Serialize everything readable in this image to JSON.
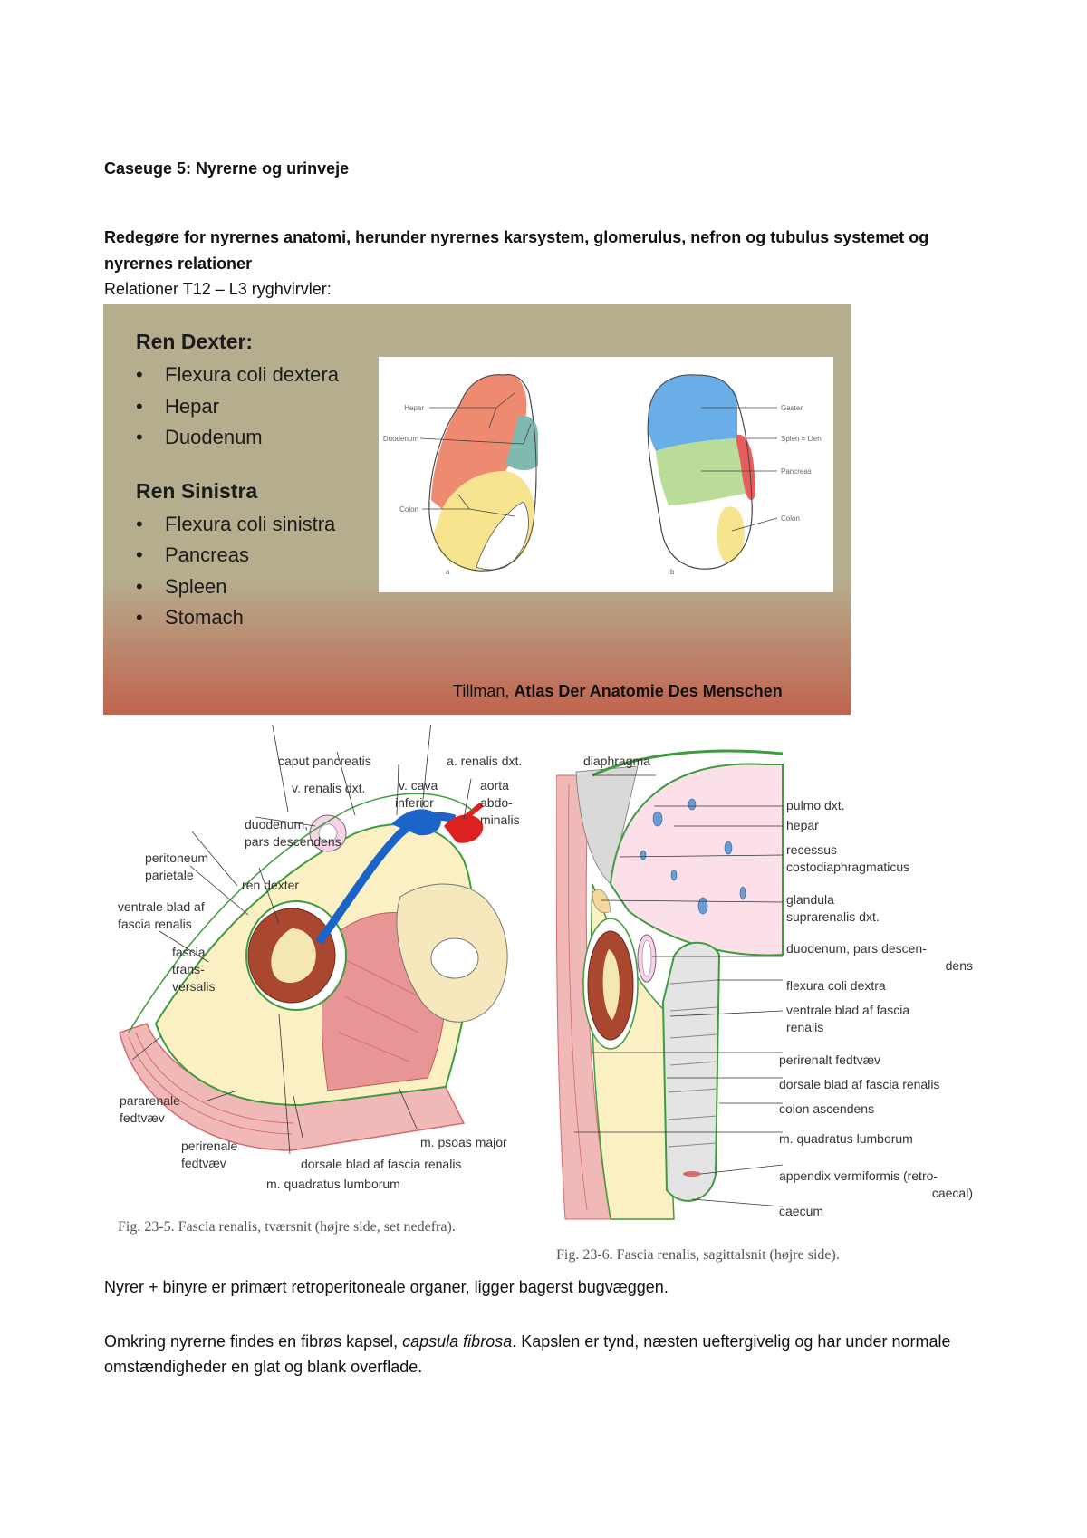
{
  "doc": {
    "title": "Caseuge 5: Nyrerne og urinveje",
    "heading": "Redegøre for nyrernes anatomi, herunder nyrernes karsystem, glomerulus, nefron og tubulus systemet og nyrernes relationer",
    "relations_line": "Relationer T12 – L3 ryghvirvler:"
  },
  "slide": {
    "ren_dexter": {
      "title": "Ren Dexter:",
      "items": [
        "Flexura coli dextera",
        "Hepar",
        "Duodenum"
      ]
    },
    "ren_sinistra": {
      "title": "Ren Sinistra",
      "items": [
        "Flexura coli sinistra",
        "Pancreas",
        "Spleen",
        "Stomach"
      ]
    },
    "bullet": "•",
    "credit_author": "Tillman, ",
    "credit_title": "Atlas Der Anatomie Des Menschen",
    "fig_a": {
      "panel": "a",
      "labels": {
        "hepar": "Hepar",
        "duodenum": "Duodenum",
        "colon": "Colon"
      }
    },
    "fig_b": {
      "panel": "b",
      "labels": {
        "gaster": "Gaster",
        "splen": "Splen = Lien",
        "pancreas": "Pancreas",
        "colon": "Colon"
      }
    },
    "colors": {
      "bg": "#b5ae8e",
      "hepar": "#ee8a6f",
      "duodenum": "#7fb9b0",
      "colon": "#f7e48f",
      "gaster": "#6aaee8",
      "pancreas": "#b9dc99",
      "splen": "#e65d5d"
    }
  },
  "fig5": {
    "labels": {
      "caput_pancreatis": "caput pancreatis",
      "a_renalis": "a. renalis dxt.",
      "v_renalis": "v. renalis dxt.",
      "v_cava_1": "v. cava",
      "v_cava_2": "inferior",
      "aorta_1": "aorta",
      "aorta_2": "abdo-",
      "aorta_3": "minalis",
      "duodenum_1": "duodenum,",
      "duodenum_2": "pars descendens",
      "peritoneum_1": "peritoneum",
      "peritoneum_2": "parietale",
      "ren_dexter": "ren dexter",
      "ventrale_1": "ventrale blad af",
      "ventrale_2": "fascia renalis",
      "fascia_1": "fascia",
      "fascia_2": "trans-",
      "fascia_3": "versalis",
      "pararenale_1": "pararenale",
      "pararenale_2": "fedtvæv",
      "perirenale_1": "perirenale",
      "perirenale_2": "fedtvæv",
      "dorsale": "dorsale blad af fascia renalis",
      "quadratus": "m. quadratus lumborum",
      "psoas": "m. psoas major"
    },
    "caption": "Fig. 23-5. Fascia renalis, tværsnit (højre side, set nedefra)."
  },
  "fig6": {
    "labels": {
      "diaphragma": "diaphragma",
      "pulmo": "pulmo dxt.",
      "hepar": "hepar",
      "recessus_1": "recessus",
      "recessus_2": "costodiaphragmaticus",
      "glandula_1": "glandula",
      "glandula_2": "suprarenalis dxt.",
      "duodenum_1": "duodenum, pars descen-",
      "duodenum_2": "dens",
      "flexura": "flexura coli dextra",
      "ventrale_1": "ventrale blad af fascia",
      "ventrale_2": "renalis",
      "perirenalt": "perirenalt fedtvæv",
      "dorsale": "dorsale blad af fascia renalis",
      "colon": "colon ascendens",
      "quadratus": "m. quadratus lumborum",
      "appendix_1": "appendix vermiformis (retro-",
      "appendix_2": "caecal)",
      "caecum": "caecum"
    },
    "caption": "Fig. 23-6. Fascia renalis, sagittalsnit (højre side)."
  },
  "body": {
    "p1": "Nyrer + binyre er primært retroperitoneale organer, ligger bagerst bugvæggen.",
    "p2_a": "Omkring nyrerne findes en fibrøs kapsel, ",
    "p2_em": "capsula fibrosa",
    "p2_b": ". Kapslen er tynd, næsten ueftergivelig og har under normale omstændigheder en glat og blank overflade."
  }
}
